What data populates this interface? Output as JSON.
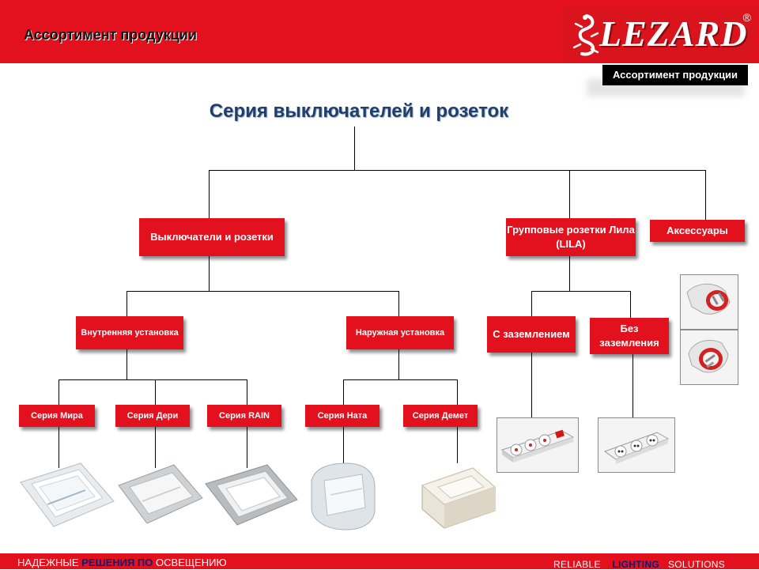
{
  "header": {
    "title": "Ассортимент продукции",
    "logo_text": "LEZARD",
    "logo_reg": "®",
    "tag_label": "Ассортимент продукции"
  },
  "diagram": {
    "title": "Серия выключателей и розеток",
    "level1": {
      "switches": "Выключатели и розетки",
      "group_sockets": "Групповые розетки Лила  (LILA)",
      "accessories": "Аксессуары"
    },
    "level2": {
      "indoor": "Внутренняя установка",
      "outdoor": "Наружная установка",
      "grounded": "С заземлением",
      "ungrounded": "Без заземления"
    },
    "series": {
      "mira": "Серия Мира",
      "deri": "Серия Дери",
      "rain": "Серия RAIN",
      "nata": "Серия Ната",
      "demet": "Серия Демет"
    }
  },
  "footer": {
    "left_1": "НАДЕЖНЫЕ",
    "left_2": "РЕШЕНИЯ ПО",
    "left_3": "ОСВЕЩЕНИЮ",
    "right_1": "RELIABLE",
    "right_2": "LIGHTING",
    "right_3": "SOLUTIONS"
  },
  "colors": {
    "brand_red": "#e3101e",
    "title_blue": "#1f3f6e",
    "footer_accent": "#0a1a7a"
  },
  "icons": [
    "gecko-logo-icon",
    "schuko-plug-icon",
    "power-strip-icon",
    "wall-switch-icon"
  ]
}
